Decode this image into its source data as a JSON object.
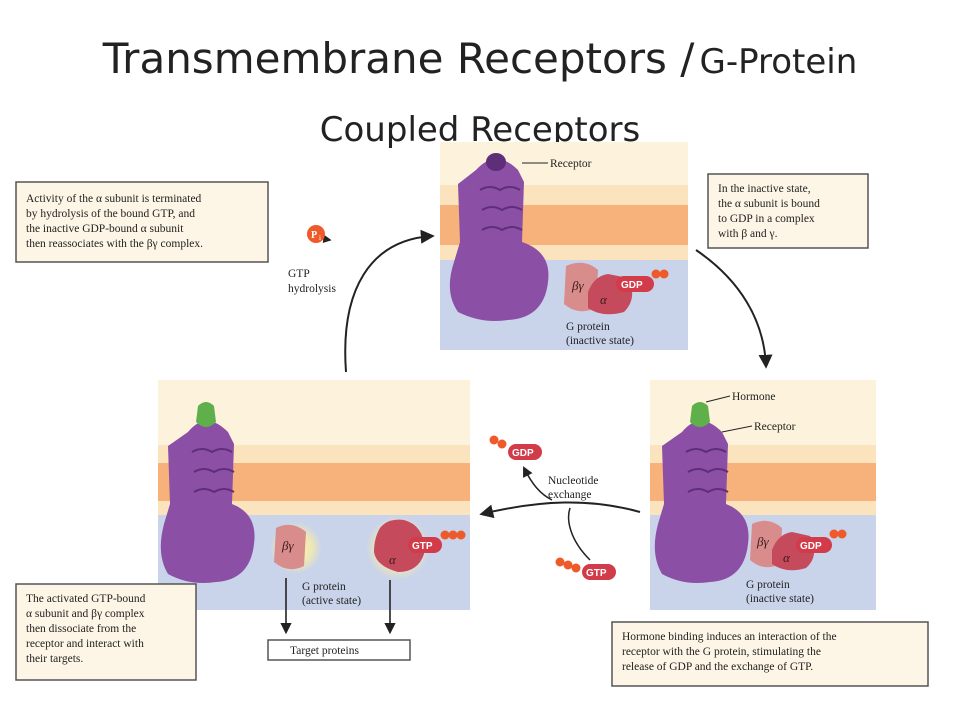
{
  "title": {
    "line1": "Transmembrane Receptors /",
    "line1_small": "G-Protein",
    "line2": "Coupled Receptors"
  },
  "colors": {
    "membrane_orange": "#f6b27a",
    "membrane_light": "#fbe4bd",
    "cytoplasm": "#c9d3ea",
    "receptor": "#8b4fa6",
    "hormone": "#5fb04a",
    "alpha": "#c44a5c",
    "beta_gamma": "#d98c8c",
    "pill": "#d23b4a",
    "phosphate": "#ef5a2a",
    "glow": "#fff3a6"
  },
  "panels": {
    "top": {
      "receptor_label": "Receptor",
      "g_protein_label": "G protein",
      "state_label": "(inactive state)",
      "bg_label": "βγ",
      "alpha_label": "α",
      "gdp": "GDP"
    },
    "right": {
      "hormone_label": "Hormone",
      "receptor_label": "Receptor",
      "g_protein_label": "G protein",
      "state_label": "(inactive state)",
      "bg_label": "βγ",
      "alpha_label": "α",
      "gdp": "GDP"
    },
    "left": {
      "g_protein_label": "G protein",
      "state_label": "(active state)",
      "bg_label": "βγ",
      "alpha_label": "α",
      "gtp": "GTP"
    }
  },
  "cycle": {
    "gtp_hydrolysis": [
      "GTP",
      "hydrolysis"
    ],
    "pi_label": "P",
    "pi_sub": "i",
    "nucleotide_exchange": [
      "Nucleotide",
      "exchange"
    ],
    "free_gdp": "GDP",
    "free_gtp": "GTP",
    "target_proteins": "Target proteins"
  },
  "boxes": {
    "top_left": [
      "Activity of the α subunit is terminated",
      "by hydrolysis of the bound GTP, and",
      "the inactive GDP-bound α subunit",
      "then reassociates with the βγ complex."
    ],
    "top_right": [
      "In the inactive state,",
      "the α subunit is bound",
      "to GDP in a complex",
      "with β and γ."
    ],
    "bottom_left": [
      "The activated GTP-bound",
      "α subunit and βγ complex",
      "then dissociate from the",
      "receptor and interact with",
      "their targets."
    ],
    "bottom_right": [
      "Hormone binding induces an interaction of the",
      "receptor with the G protein, stimulating the",
      "release of GDP and the exchange of GTP."
    ]
  }
}
